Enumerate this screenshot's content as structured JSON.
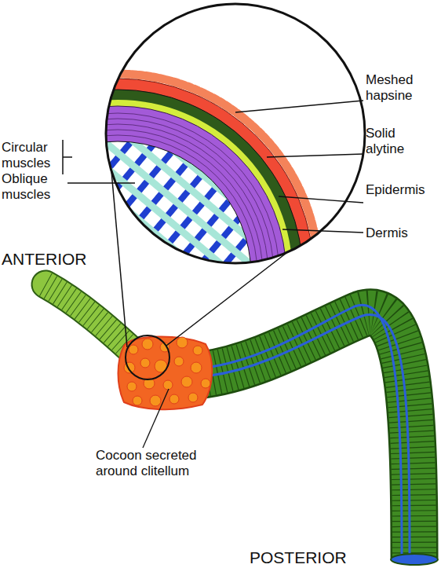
{
  "diagram": {
    "labels": [
      "Meshed hapsine",
      "Circular muscles",
      "Solid alytine",
      "Oblique muscles",
      "Epidermis",
      "Dermis",
      "ANTERIOR",
      "Cocoon secreted around clitellum",
      "POSTERIOR"
    ]
  }
}
